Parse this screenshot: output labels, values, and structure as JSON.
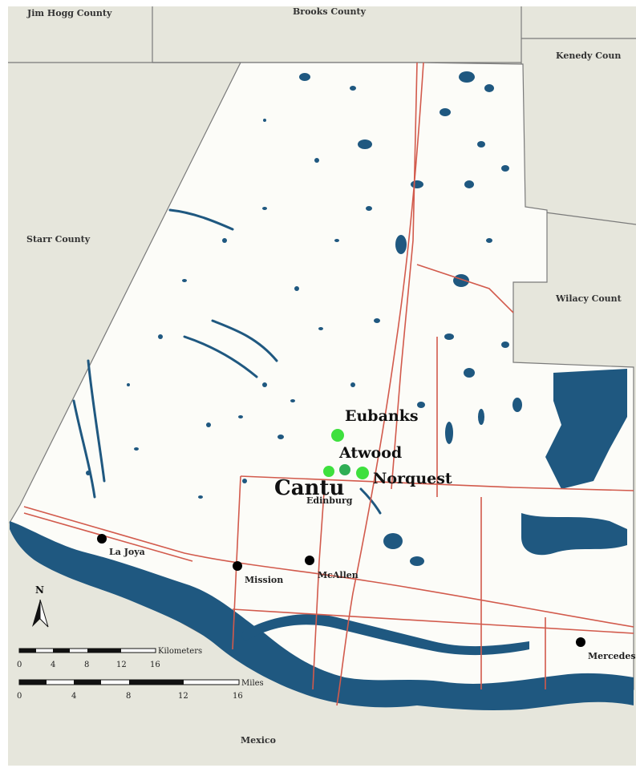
{
  "colors": {
    "background_outer": "#e6e6dc",
    "county_fill": "#fcfcf8",
    "water": "#1f5880",
    "roads": "#d25a4c",
    "borders": "#7a7a7a",
    "site_marker": "#3ee03e",
    "city_marker": "#000000"
  },
  "neighbors": {
    "jim_hogg": "Jim Hogg County",
    "brooks": "Brooks County",
    "kenedy": "Kenedy Coun",
    "starr": "Starr County",
    "willacy": "Wilacy Count",
    "mexico": "Mexico"
  },
  "sites": [
    {
      "name": "Eubanks"
    },
    {
      "name": "Atwood"
    },
    {
      "name": "Cantu"
    },
    {
      "name": "Norquest"
    }
  ],
  "cities": [
    {
      "name": "Edinburg"
    },
    {
      "name": "La Joya"
    },
    {
      "name": "Mission"
    },
    {
      "name": "McAllen"
    },
    {
      "name": "Mercedes"
    }
  ],
  "north_arrow": {
    "label": "N"
  },
  "scale_km": {
    "unit": "Kilometers",
    "ticks": [
      "0",
      "4",
      "8",
      "12",
      "16"
    ]
  },
  "scale_mi": {
    "unit": "Miles",
    "ticks": [
      "0",
      "4",
      "8",
      "12",
      "16"
    ]
  }
}
